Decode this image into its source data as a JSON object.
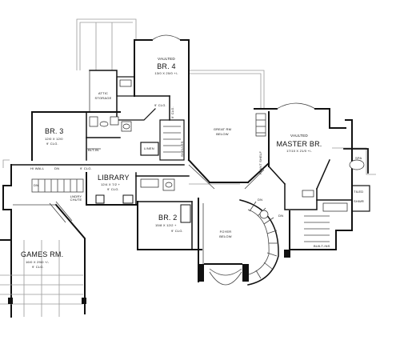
{
  "plan": {
    "rooms": {
      "br4": {
        "vaulted": "VAULTED",
        "name": "BR. 4",
        "size": "13/0 X 20/0 +/-"
      },
      "attic": {
        "line1": "ATTIC",
        "line2": "STORAGE"
      },
      "great_rm": {
        "line1": "GREAT RM",
        "line2": "BELOW"
      },
      "master": {
        "vaulted": "VAULTED",
        "name": "MASTER BR.",
        "size": "17/10 X 21/0 +/-"
      },
      "br3": {
        "name": "BR. 3",
        "size": "12/0 X 12/0",
        "ceiling": "9' CLG."
      },
      "library": {
        "name": "LIBRARY",
        "size": "12/4 X 7/2 +",
        "ceiling": "9' CLG."
      },
      "br2": {
        "name": "BR. 2",
        "size": "15/8 X 12/2 +",
        "ceiling": "9' CLG."
      },
      "foyer": {
        "line1": "FOYER",
        "line2": "BELOW"
      },
      "games": {
        "name": "GAMES RM.",
        "size": "16/0 X 29/0 +/-",
        "ceiling": "9' CLG."
      }
    },
    "notes": {
      "ceiling_9": "9' CLG.",
      "built_in": "BLT-IN",
      "linen": "LINEN",
      "dn": "DN",
      "hi_wall": "HI WALL",
      "laundry_chute": "LNDRY CHUTE",
      "tiled": "TILED",
      "shwr": "SHWR",
      "spa": "SPA",
      "plant_shelf": "PLANT SHELF",
      "shelves": "SHELVES",
      "built_ins": "BUILT-INS"
    }
  }
}
